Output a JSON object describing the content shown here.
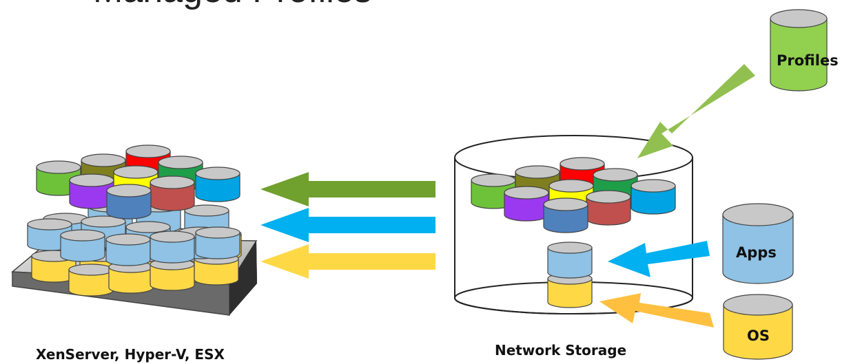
{
  "title": "Managed Profiles",
  "labels": {
    "server": "XenServer, Hyper-V, ESX",
    "storage": "Network Storage"
  },
  "sources": [
    {
      "id": "profiles",
      "label": "Profiles",
      "color": "#92d050"
    },
    {
      "id": "apps",
      "label": "Apps",
      "color": "#8fc2e4"
    },
    {
      "id": "os",
      "label": "OS",
      "color": "#ffd846"
    }
  ],
  "flow_colors": [
    "#70a02e",
    "#00b0f0",
    "#ffd846"
  ],
  "profile_colors": [
    "#6ec23a",
    "#7f7f1f",
    "#ff0000",
    "#1f9e49",
    "#7a7a7a",
    "#9b39f0",
    "#ffff00",
    "#4f81bd",
    "#c0504d",
    "#00a4e4"
  ]
}
